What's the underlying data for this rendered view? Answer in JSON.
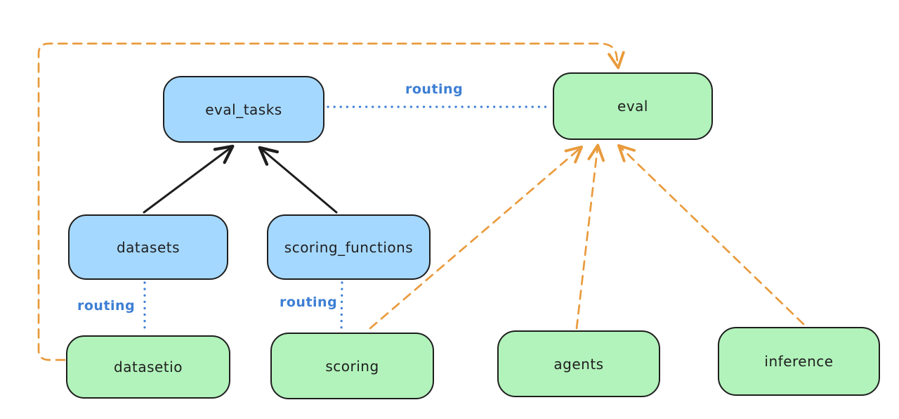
{
  "nodes": {
    "eval_tasks": {
      "label": "eval_tasks",
      "fill": "#a5d8ff"
    },
    "eval": {
      "label": "eval",
      "fill": "#b2f2bb"
    },
    "datasets": {
      "label": "datasets",
      "fill": "#a5d8ff"
    },
    "scoring_functions": {
      "label": "scoring_functions",
      "fill": "#a5d8ff"
    },
    "datasetio": {
      "label": "datasetio",
      "fill": "#b2f2bb"
    },
    "scoring": {
      "label": "scoring",
      "fill": "#b2f2bb"
    },
    "agents": {
      "label": "agents",
      "fill": "#b2f2bb"
    },
    "inference": {
      "label": "inference",
      "fill": "#b2f2bb"
    }
  },
  "edge_labels": {
    "eval_tasks_to_eval": "routing",
    "datasets_to_datasetio": "routing",
    "scoring_functions_to_scoring": "routing"
  },
  "colors": {
    "node_blue_fill": "#a5d8ff",
    "node_green_fill": "#b2f2bb",
    "node_border": "#1e1e1e",
    "solid_arrow_black": "#1e1e1e",
    "routing_dotted_blue": "#3d7fd4",
    "provider_dashed_orange": "#e99b3d",
    "background": "#ffffff"
  }
}
